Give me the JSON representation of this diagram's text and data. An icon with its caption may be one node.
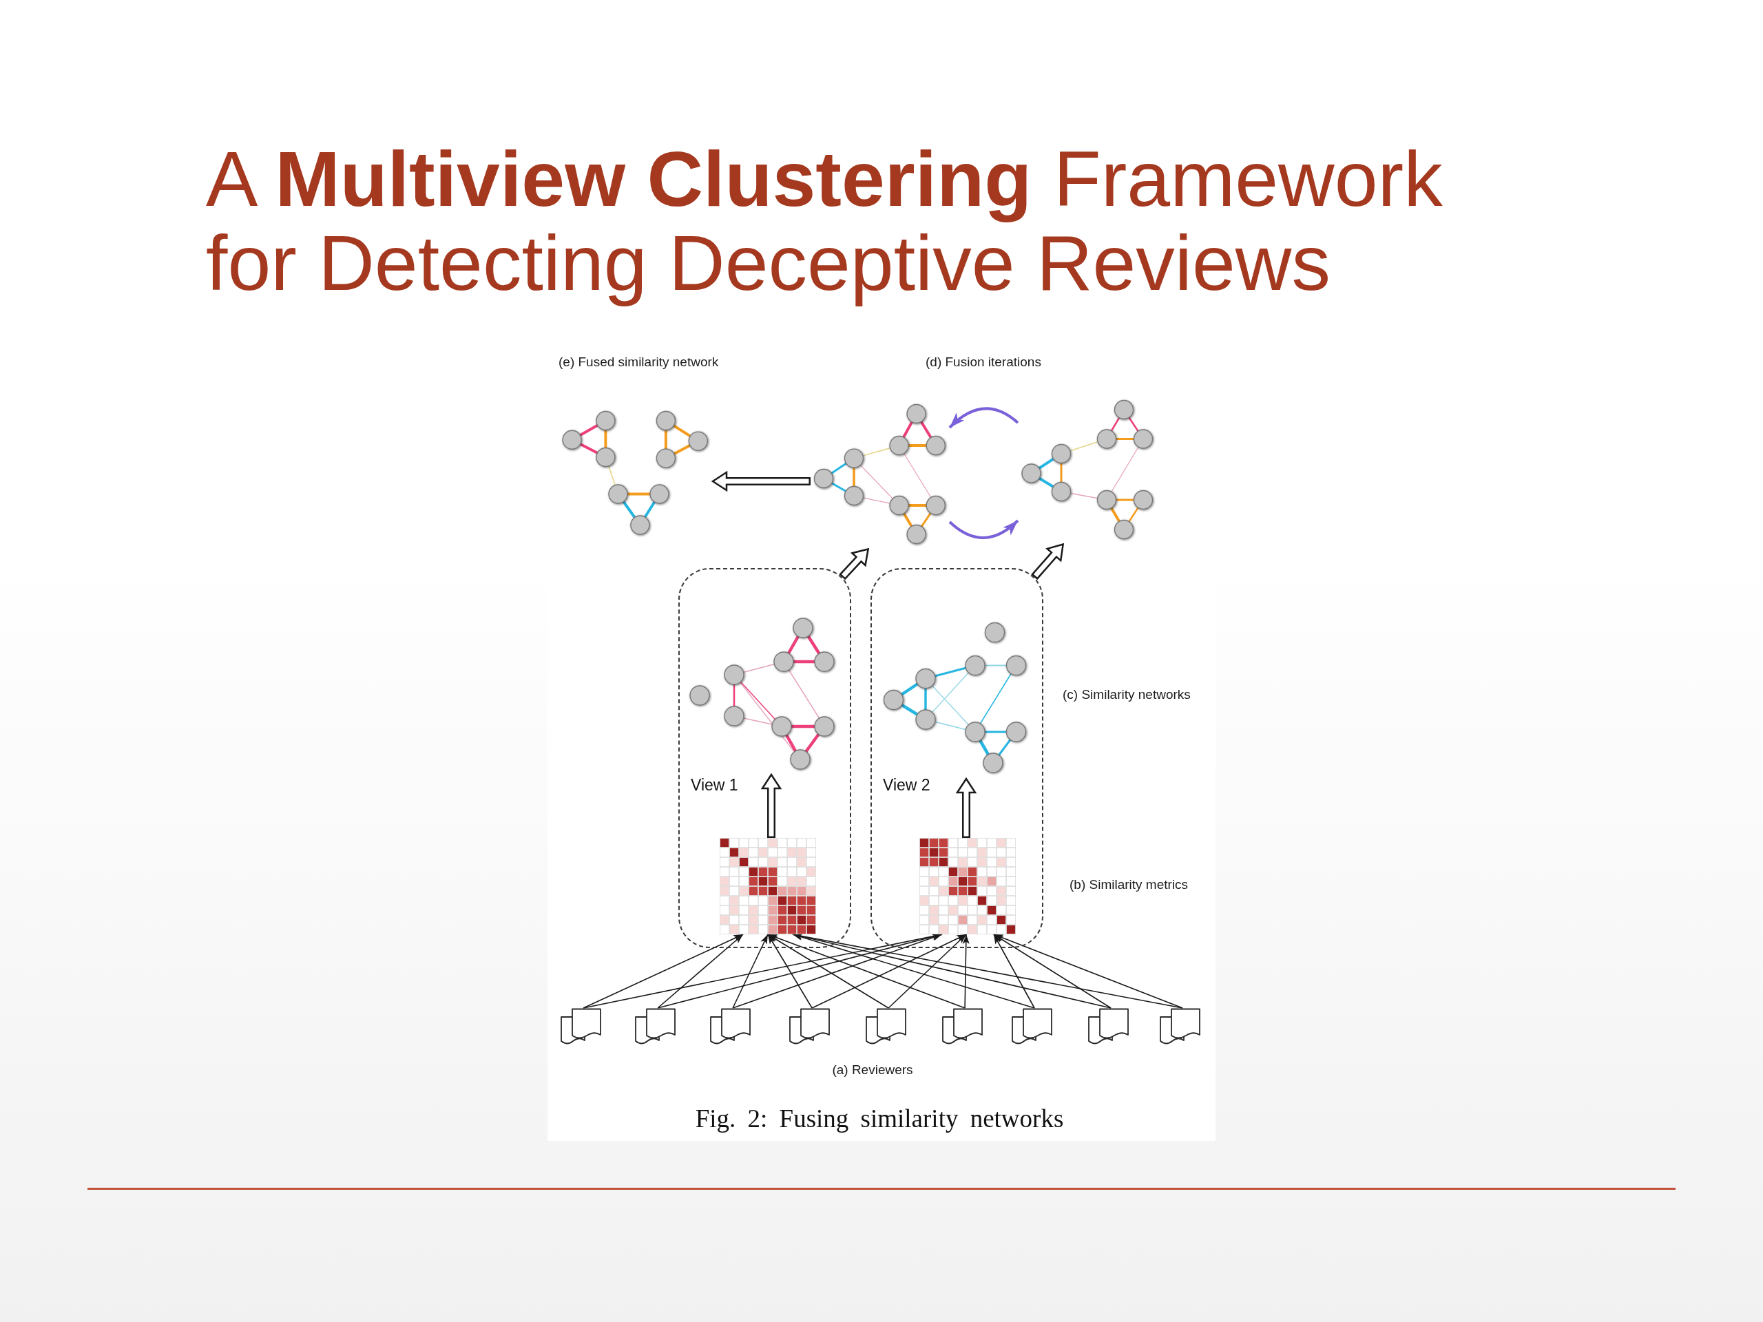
{
  "diagram": {
    "title": "A **Multiview Clustering** Framework for Detecting Deceptive Reviews",
    "caption": "Fig. 2: Fusing similarity networks",
    "nodes": [
      {
        "text": [],
        "shape": "picture",
        "beside": [
          "(e) Fused similarity network"
        ]
      },
      {
        "text": [],
        "shape": "picture"
      },
      {
        "text": [],
        "shape": "picture"
      },
      {
        "text": [
          "View 1"
        ]
      },
      {
        "text": [],
        "shape": "picture",
        "in": 3
      },
      {
        "text": [],
        "shape": "picture",
        "in": 3
      },
      {
        "text": [
          "View 2"
        ]
      },
      {
        "text": [],
        "shape": "picture",
        "in": 6
      },
      {
        "text": [],
        "shape": "picture",
        "in": 6
      },
      {
        "text": [],
        "shape": "document"
      },
      {
        "text": [],
        "shape": "document"
      },
      {
        "text": [],
        "shape": "document"
      },
      {
        "text": [],
        "shape": "document"
      },
      {
        "text": [],
        "shape": "document"
      },
      {
        "text": [],
        "shape": "document"
      },
      {
        "text": [],
        "shape": "document"
      },
      {
        "text": [],
        "shape": "document"
      },
      {
        "text": [],
        "shape": "document"
      }
    ],
    "edges": [
      {
        "from": 1,
        "to": 0,
        "arrow": "to",
        "style": "thick"
      },
      {
        "from": 2,
        "to": 1,
        "arrow": "to",
        "color": "#7b61d9"
      },
      {
        "from": 1,
        "to": 2,
        "arrow": "to",
        "color": "#7b61d9"
      },
      {
        "from": 3,
        "to": 1,
        "arrow": "to",
        "style": "thick"
      },
      {
        "from": 6,
        "to": 2,
        "arrow": "to",
        "style": "thick"
      },
      {
        "from": 5,
        "to": 4,
        "arrow": "to",
        "style": "thick"
      },
      {
        "from": 8,
        "to": 7,
        "arrow": "to",
        "style": "thick"
      },
      {
        "from": 9,
        "to": 5,
        "arrow": "to"
      },
      {
        "from": 9,
        "to": 8,
        "arrow": "to"
      },
      {
        "from": 10,
        "to": 5,
        "arrow": "to"
      },
      {
        "from": 10,
        "to": 8,
        "arrow": "to"
      },
      {
        "from": 11,
        "to": 5,
        "arrow": "to"
      },
      {
        "from": 11,
        "to": 8,
        "arrow": "to"
      },
      {
        "from": 12,
        "to": 5,
        "arrow": "to"
      },
      {
        "from": 12,
        "to": 8,
        "arrow": "to"
      },
      {
        "from": 13,
        "to": 5,
        "arrow": "to"
      },
      {
        "from": 13,
        "to": 8,
        "arrow": "to"
      },
      {
        "from": 14,
        "to": 5,
        "arrow": "to"
      },
      {
        "from": 14,
        "to": 8,
        "arrow": "to"
      },
      {
        "from": 15,
        "to": 5,
        "arrow": "to"
      },
      {
        "from": 15,
        "to": 8,
        "arrow": "to"
      },
      {
        "from": 16,
        "to": 5,
        "arrow": "to"
      },
      {
        "from": 16,
        "to": 8,
        "arrow": "to"
      },
      {
        "from": 17,
        "to": 5,
        "arrow": "to"
      },
      {
        "from": 17,
        "to": 8,
        "arrow": "to"
      }
    ],
    "labels": [
      "(d) Fusion iterations",
      "(c) Similarity networks",
      "(b) Similarity metrics",
      "(a) Reviewers"
    ]
  }
}
